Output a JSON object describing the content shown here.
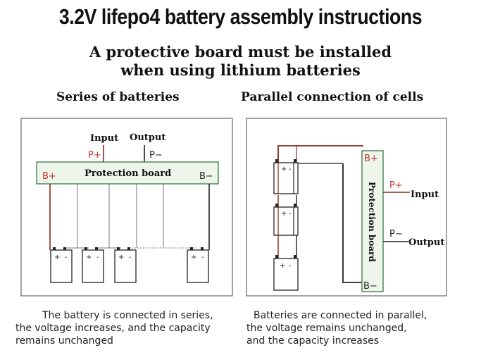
{
  "title": "3.2V lifepo4 battery assembly instructions",
  "subtitle": {
    "line1": "A protective board must be installed",
    "line2": "when using lithium batteries"
  },
  "series": {
    "heading": "Series of batteries",
    "input_label": "Input",
    "output_label": "Output",
    "p_plus": "P+",
    "p_minus": "P−",
    "b_plus": "B+",
    "b_minus": "B−",
    "board_label": "Protection board",
    "battery_plus": "+",
    "battery_minus": "-",
    "caption": {
      "line1": "The battery is connected in series,",
      "line2": "the voltage increases, and the capacity",
      "line3": "remains unchanged"
    }
  },
  "parallel": {
    "heading": "Parallel connection of cells",
    "b_plus": "B+",
    "b_minus": "B−",
    "p_plus": "P+",
    "p_minus": "P−",
    "input_label": "Input",
    "output_label": "Output",
    "board_label": "Protection board",
    "battery_plus": "+",
    "battery_minus": "-",
    "caption": {
      "line1": "Batteries are connected in parallel,",
      "line2": "the voltage remains unchanged,",
      "line3": "and the capacity increases"
    }
  },
  "colors": {
    "wire_red": "#8a2a1e",
    "wire_dark": "#222222",
    "board_fill": "#eef5ea",
    "board_stroke": "#4e8a58",
    "label_red": "#c2332b"
  }
}
